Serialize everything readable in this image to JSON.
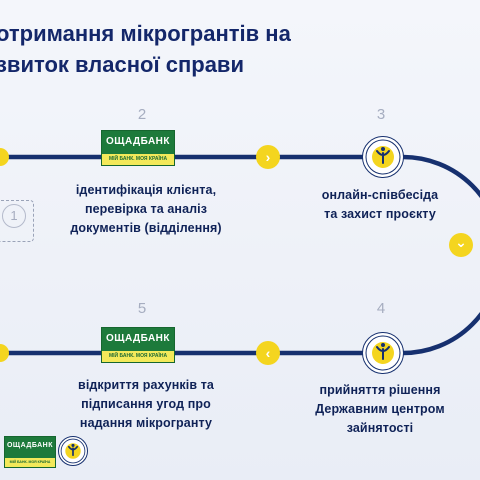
{
  "title": {
    "line1": "отримання мікрогрантів на",
    "line2": "звиток власної справи"
  },
  "bank": {
    "name": "ОЩАДБАНК",
    "slogan": "МІЙ БАНК. МОЯ КРАЇНА"
  },
  "steps": [
    {
      "number": "1"
    },
    {
      "number": "2",
      "lines": [
        "ідентифікація клієнта,",
        "перевірка та аналіз",
        "документів (відділення)"
      ]
    },
    {
      "number": "3",
      "lines": [
        "онлайн-співбесіда",
        "та захист проєкту"
      ]
    },
    {
      "number": "4",
      "lines": [
        "прийняття рішення",
        "Державним центром",
        "зайнятості"
      ]
    },
    {
      "number": "5",
      "lines": [
        "відкриття рахунків та",
        "підписання угод про",
        "надання мікрогранту"
      ]
    }
  ],
  "icons": {
    "arrow_right": "›",
    "arrow_down": "⌄",
    "arrow_left": "‹"
  },
  "colors": {
    "track": "#16306f",
    "accent": "#f4d51f",
    "bank_green": "#1d7a3b",
    "text": "#0f2257"
  }
}
